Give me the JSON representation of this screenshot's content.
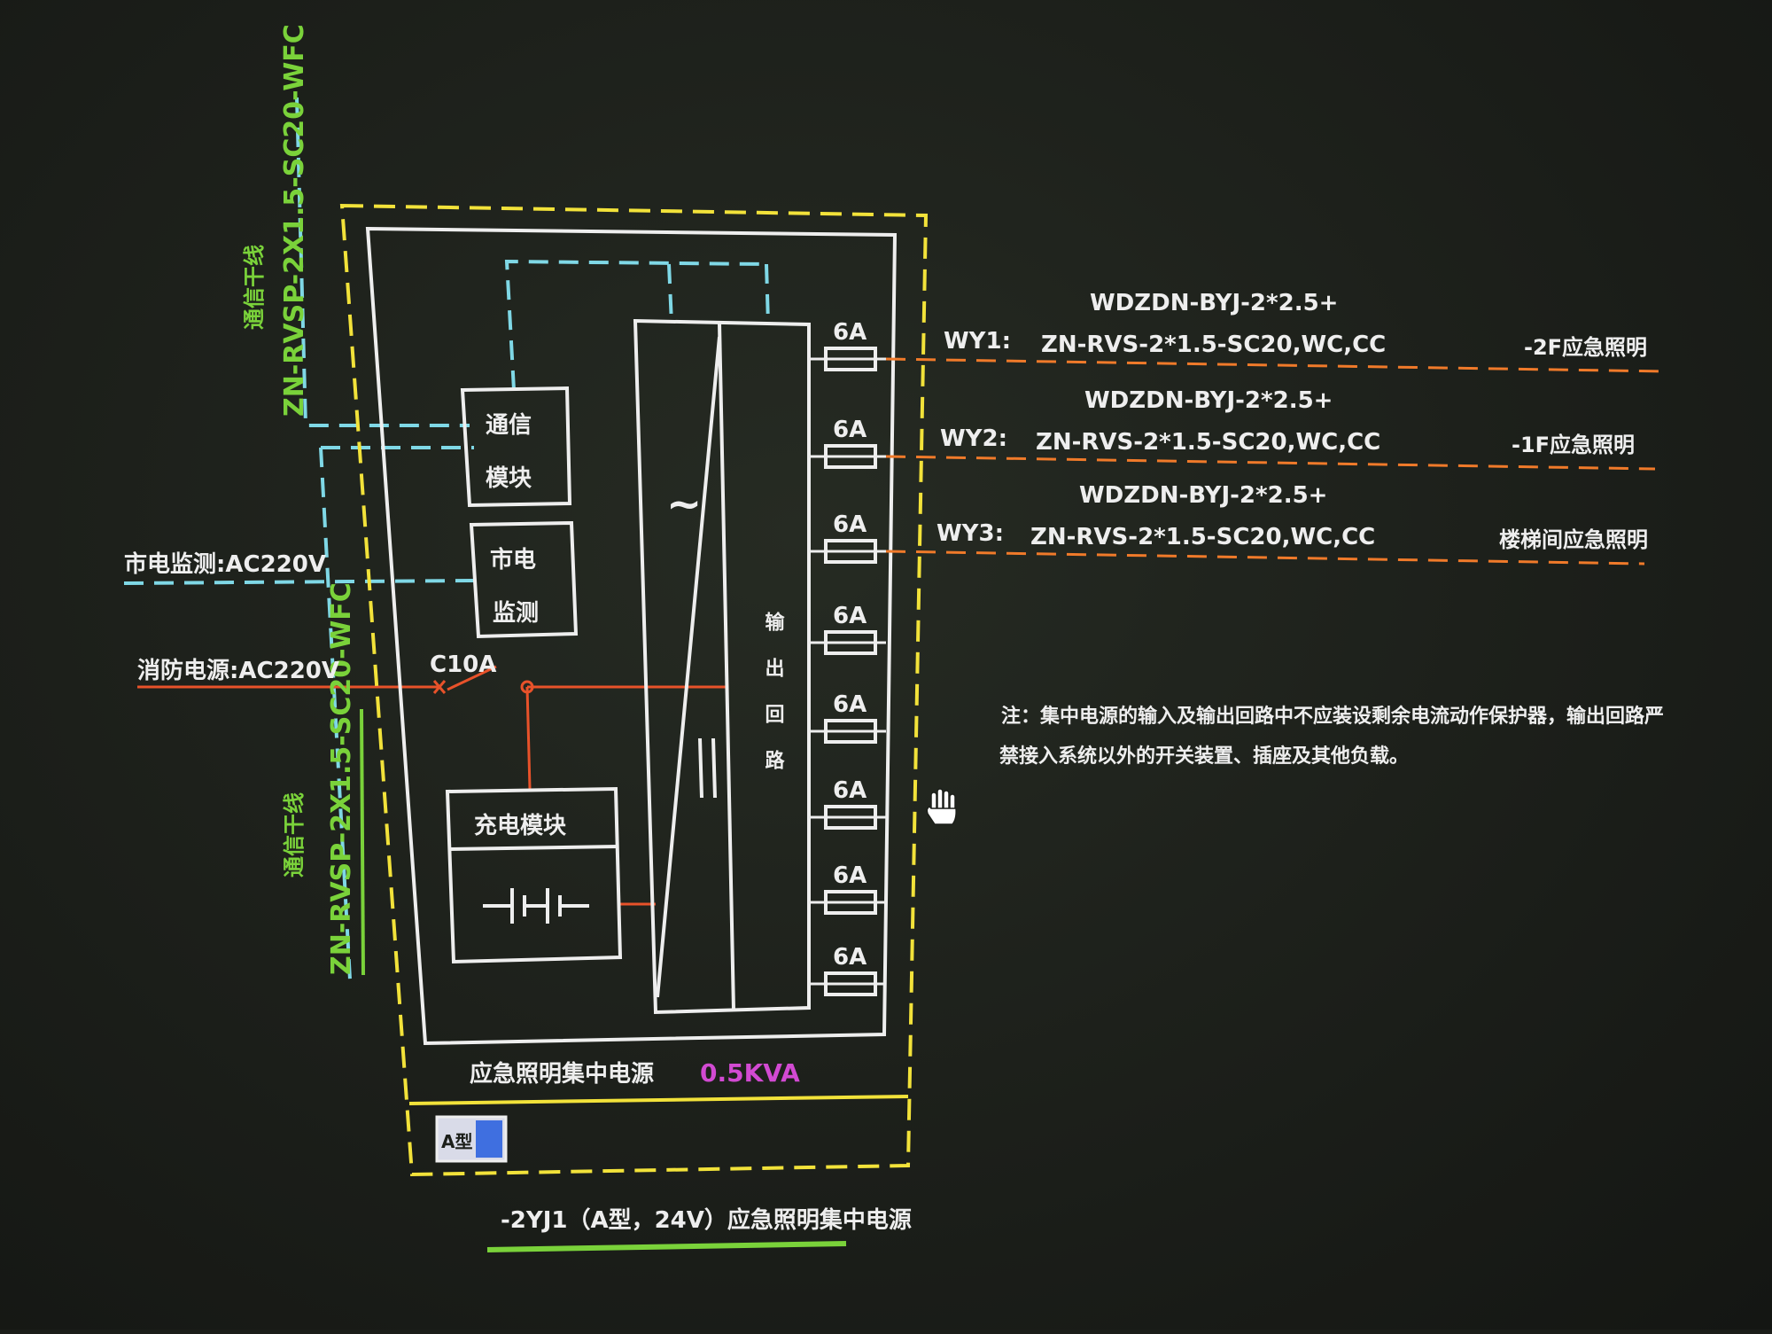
{
  "colors": {
    "background": "#1c1f1a",
    "white": "#eeeeee",
    "yellow": "#f2e23a",
    "cyan": "#7fd8e6",
    "orange": "#f07a2a",
    "red": "#e8522a",
    "green": "#7ad23a",
    "magenta": "#d24ad2",
    "blue": "#3f6fe0"
  },
  "left_labels": {
    "comm_trunk_label": "通信干线",
    "comm_trunk_cable": "ZN-RVSP-2X1.5-SC20-WFC",
    "comm_trunk2_label": "通信干线",
    "comm_trunk2_cable": "ZN-RVSP-2X1.5-SC20-WFC",
    "mains_monitor": "市电监测:AC220V",
    "fire_power": "消防电源:AC220V",
    "breaker": "C10A"
  },
  "modules": {
    "comm_line1": "通信",
    "comm_line2": "模块",
    "mains_line1": "市电",
    "mains_line2": "监测",
    "charger": "充电模块",
    "inverter_symbol": "~",
    "output_vertical": "输出回路"
  },
  "fuses": [
    "6A",
    "6A",
    "6A",
    "6A",
    "6A",
    "6A",
    "6A",
    "6A"
  ],
  "circuits": [
    {
      "id": "WY1:",
      "cable1": "WDZDN-BYJ-2*2.5+",
      "cable2": "ZN-RVS-2*1.5-SC20,WC,CC",
      "dest": "-2F应急照明"
    },
    {
      "id": "WY2:",
      "cable1": "WDZDN-BYJ-2*2.5+",
      "cable2": "ZN-RVS-2*1.5-SC20,WC,CC",
      "dest": "-1F应急照明"
    },
    {
      "id": "WY3:",
      "cable1": "WDZDN-BYJ-2*2.5+",
      "cable2": "ZN-RVS-2*1.5-SC20,WC,CC",
      "dest": "楼梯间应急照明"
    }
  ],
  "note": {
    "line1": "注：集中电源的输入及输出回路中不应装设剩余电流动作保护器，输出回路严",
    "line2": "禁接入系统以外的开关装置、插座及其他负载。"
  },
  "box_footer": {
    "name": "应急照明集中电源",
    "capacity": "0.5KVA",
    "model": "A型"
  },
  "caption": "-2YJ1（A型，24V）应急照明集中电源",
  "cursor_icon": "hand-cursor-icon"
}
